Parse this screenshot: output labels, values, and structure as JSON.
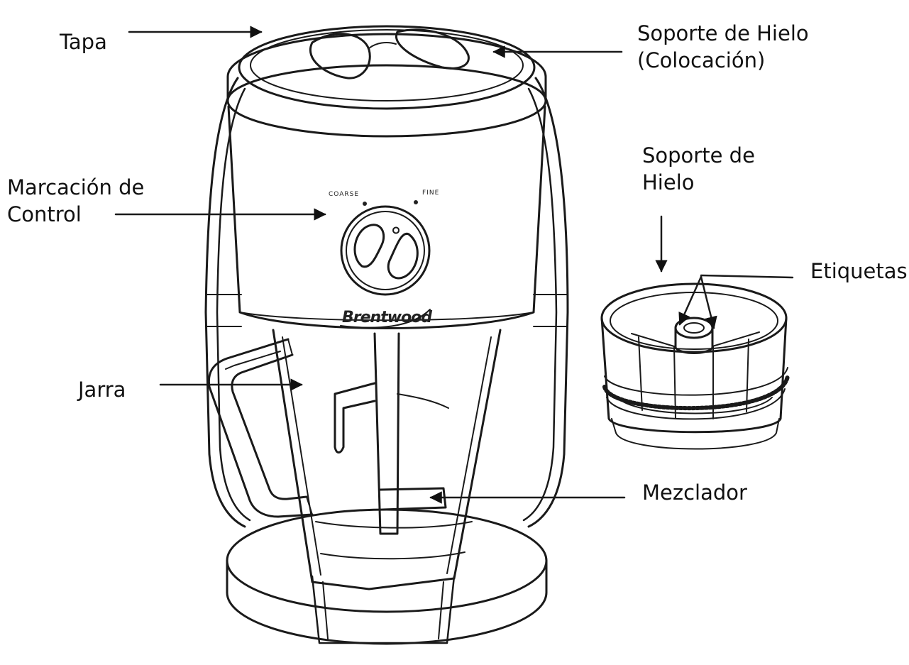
{
  "labels": {
    "tapa": "Tapa",
    "soporte_hielo_colocacion": [
      "Soporte de Hielo",
      "(Colocación)"
    ],
    "marcacion_control": [
      "Marcación de",
      "Control"
    ],
    "soporte_hielo": [
      "Soporte de",
      "Hielo"
    ],
    "etiquetas": "Etiquetas",
    "jarra": "Jarra",
    "mezclador": "Mezclador"
  },
  "device_text": {
    "coarse": "COARSE",
    "fine": "FINE",
    "brand": "Brentwood"
  }
}
